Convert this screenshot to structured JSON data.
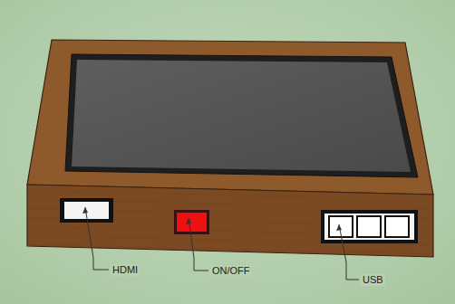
{
  "diagram": {
    "labels": [
      "HDMI",
      "ON/OFF",
      "USB"
    ]
  }
}
